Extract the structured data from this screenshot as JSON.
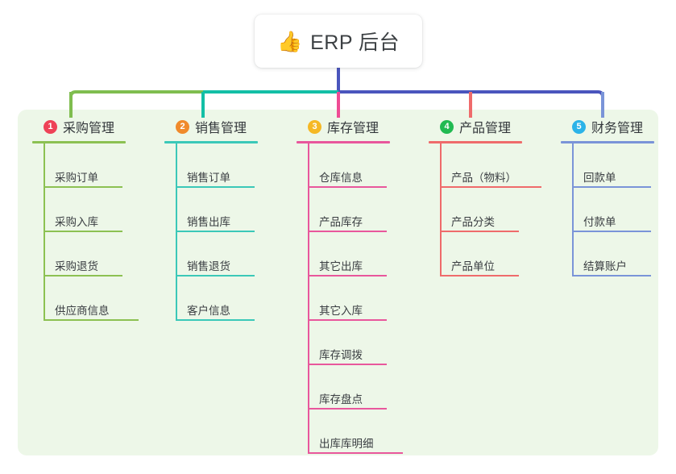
{
  "root": {
    "icon": "thumbs-up-icon",
    "emoji": "👍",
    "title": "ERP 后台"
  },
  "colors": {
    "panel_bg": "#edf7e8",
    "root_stem": "#4a55bd",
    "trunk_left": "#7fbd4f",
    "trunk_mid": "#13bfa6",
    "trunk_right": "#4a55bd"
  },
  "chart_data": {
    "type": "tree",
    "title": "ERP 后台",
    "root_label": "ERP 后台",
    "branch_count": 5,
    "branches": [
      {
        "index": "1",
        "label": "采购管理",
        "badge_color": "#ee4257",
        "line_color": "#8cc152",
        "children": [
          "采购订单",
          "采购入库",
          "采购退货",
          "供应商信息"
        ]
      },
      {
        "index": "2",
        "label": "销售管理",
        "badge_color": "#f08a2b",
        "line_color": "#3bc8b8",
        "children": [
          "销售订单",
          "销售出库",
          "销售退货",
          "客户信息"
        ]
      },
      {
        "index": "3",
        "label": "库存管理",
        "badge_color": "#f5b825",
        "line_color": "#e8579c",
        "children": [
          "仓库信息",
          "产品库存",
          "其它出库",
          "其它入库",
          "库存调拨",
          "库存盘点",
          "出库库明细"
        ]
      },
      {
        "index": "4",
        "label": "产品管理",
        "badge_color": "#21ba52",
        "line_color": "#ef6b6b",
        "children": [
          "产品（物料）",
          "产品分类",
          "产品单位"
        ]
      },
      {
        "index": "5",
        "label": "财务管理",
        "badge_color": "#2bb3e8",
        "line_color": "#7a94d8",
        "children": [
          "回款单",
          "付款单",
          "结算账户"
        ]
      }
    ]
  }
}
